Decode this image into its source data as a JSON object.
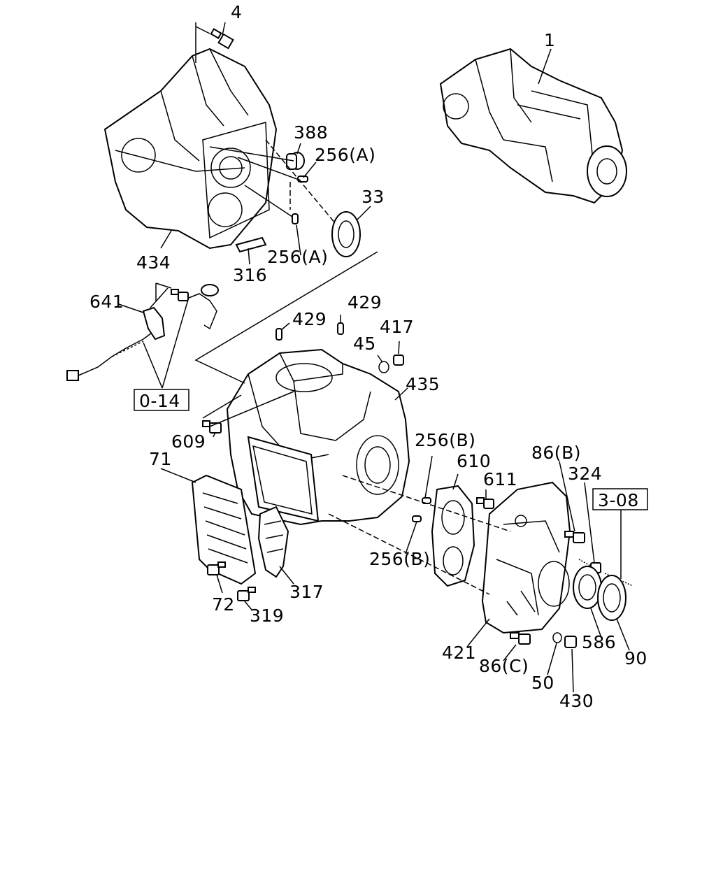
{
  "labels": {
    "l4": "4",
    "l1": "1",
    "l388": "388",
    "l256a_top": "256(A)",
    "l33": "33",
    "l434": "434",
    "l316": "316",
    "l256a_mid": "256(A)",
    "l641": "641",
    "l429_left": "429",
    "l429_right": "429",
    "l417": "417",
    "l45": "45",
    "l435": "435",
    "l609": "609",
    "l71": "71",
    "l256b_top": "256(B)",
    "l610": "610",
    "l611": "611",
    "l86b": "86(B)",
    "l324": "324",
    "l256b_bot": "256(B)",
    "l72": "72",
    "l319": "319",
    "l317": "317",
    "l586": "586",
    "l90": "90",
    "l421": "421",
    "l86c": "86(C)",
    "l50": "50",
    "l430": "430"
  },
  "references": {
    "ref_0_14": "0-14",
    "ref_3_08": "3-08"
  }
}
